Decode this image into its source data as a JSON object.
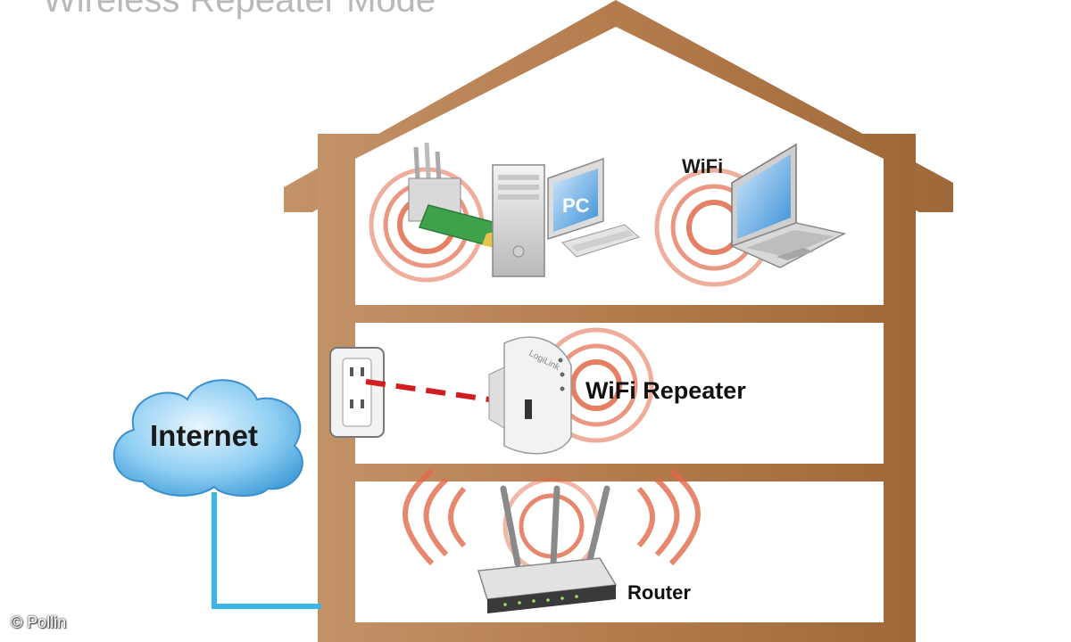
{
  "title": "Wireless Repeater Mode",
  "labels": {
    "internet": "Internet",
    "wifi": "WiFi",
    "repeater": "WiFi Repeater",
    "router": "Router",
    "pc": "PC",
    "brand": "LogiLink"
  },
  "copyright": "© Pollin",
  "colors": {
    "house_wood": "#b98252",
    "house_wood_dark": "#9a6538",
    "signal": "#e05a3c",
    "cable": "#3ab6e6",
    "cloud": "#5fb3e6",
    "dashed_line": "#d11d1d"
  }
}
